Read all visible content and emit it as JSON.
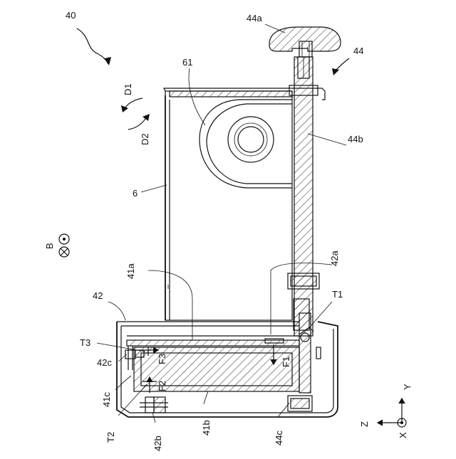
{
  "labels": {
    "assembly": "40",
    "knob": "44a",
    "knob_assembly": "44",
    "roll": "61",
    "shaft": "44b",
    "sheet": "6",
    "d1": "D1",
    "d2": "D2",
    "b": "B",
    "plate": "41a",
    "pin": "42a",
    "t1": "T1",
    "frame": "42",
    "t3": "T3",
    "f3": "F3",
    "f1": "F1",
    "c42": "42c",
    "c41": "41c",
    "f2": "F2",
    "t2": "T2",
    "b42": "42b",
    "b41": "41b",
    "c44": "44c",
    "axis_y": "Y",
    "axis_z": "Z",
    "axis_x": "X"
  }
}
